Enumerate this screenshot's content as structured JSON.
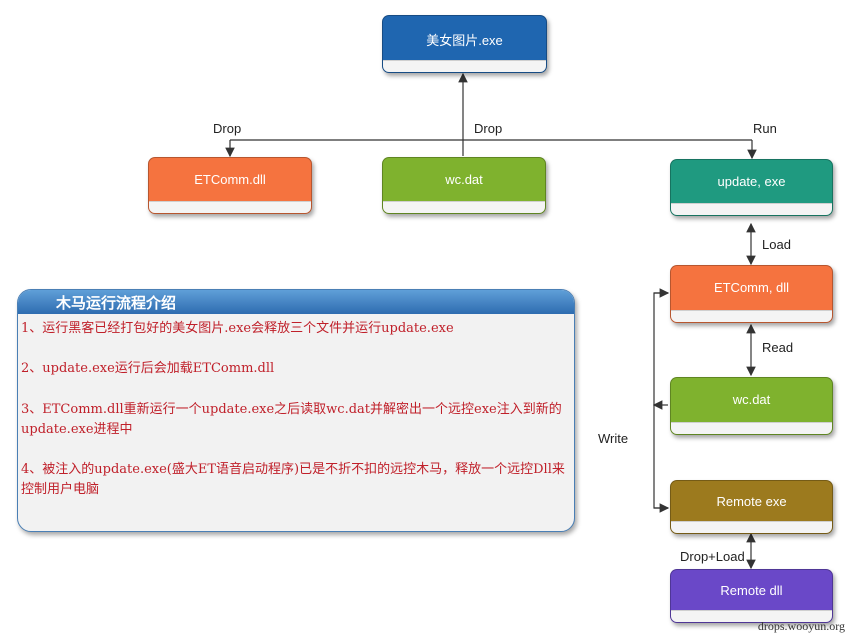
{
  "nodes": {
    "exe_image": {
      "label": "美女图片.exe",
      "color": "#1f66b0"
    },
    "etcomm_dll_left": {
      "label": "ETComm.dll",
      "color": "#f5733f"
    },
    "wc_dat_top": {
      "label": "wc.dat",
      "color": "#7fb22e"
    },
    "update_exe": {
      "label": "update, exe",
      "color": "#1f9a80"
    },
    "etcomm_dll_right": {
      "label": "ETComm, dll",
      "color": "#f5733f"
    },
    "wc_dat_right": {
      "label": "wc.dat",
      "color": "#7fb22e"
    },
    "remote_exe": {
      "label": "Remote exe",
      "color": "#9c7a1e"
    },
    "remote_dll": {
      "label": "Remote dll",
      "color": "#6a48c8"
    }
  },
  "edge_labels": {
    "drop_left": "Drop",
    "drop_center": "Drop",
    "run": "Run",
    "load": "Load",
    "read": "Read",
    "write": "Write",
    "drop_load": "Drop+Load"
  },
  "info": {
    "title": "木马运行流程介绍",
    "step1": "1、运行黑客已经打包好的美女图片.exe会释放三个文件并运行update.exe",
    "step2": "2、update.exe运行后会加载ETComm.dll",
    "step3": "3、ETComm.dll重新运行一个update.exe之后读取wc.dat并解密出一个远控exe注入到新的update.exe进程中",
    "step4": "4、被注入的update.exe(盛大ET语音启动程序)已是不折不扣的远控木马，释放一个远控Dll来控制用户电脑"
  },
  "watermark": "drops.wooyun.org"
}
